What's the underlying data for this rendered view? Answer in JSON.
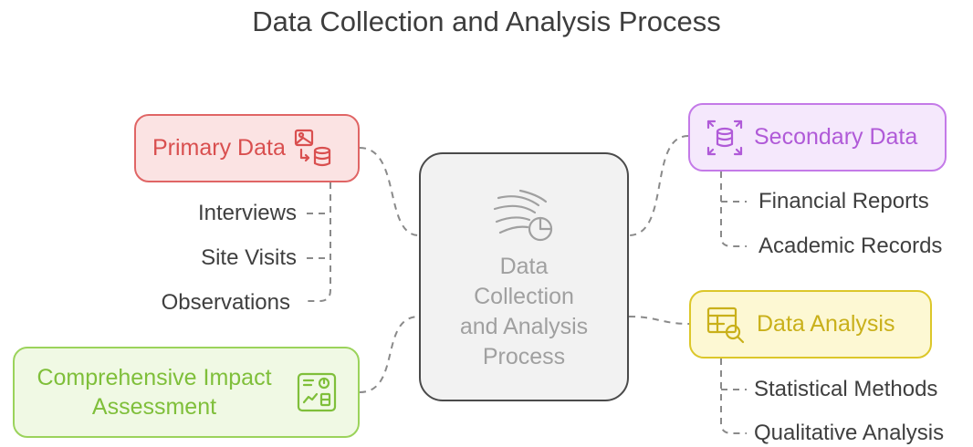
{
  "title": "Data Collection and Analysis Process",
  "center": {
    "label": "Data Collection and Analysis Process",
    "icon": "data-flow-chart-icon"
  },
  "nodes": {
    "primary": {
      "label": "Primary Data",
      "icon": "image-to-database-icon",
      "border": "#e06565",
      "fill": "#fbe3e3",
      "text": "#d94f4f",
      "children": [
        "Interviews",
        "Site Visits",
        "Observations"
      ]
    },
    "secondary": {
      "label": "Secondary Data",
      "icon": "database-scan-icon",
      "border": "#c47ae8",
      "fill": "#f5e8fc",
      "text": "#b05ad8",
      "children": [
        "Financial Reports",
        "Academic Records"
      ]
    },
    "analysis": {
      "label": "Data Analysis",
      "icon": "table-search-icon",
      "border": "#dcc72a",
      "fill": "#fdf8d3",
      "text": "#c9b01a",
      "children": [
        "Statistical Methods",
        "Qualitative Analysis"
      ]
    },
    "impact": {
      "label": "Comprehensive Impact Assessment",
      "icon": "dashboard-icon",
      "border": "#9bd35b",
      "fill": "#f0f9e4",
      "text": "#7fbf3a",
      "children": []
    }
  },
  "connector_color": "#8a8a8a"
}
